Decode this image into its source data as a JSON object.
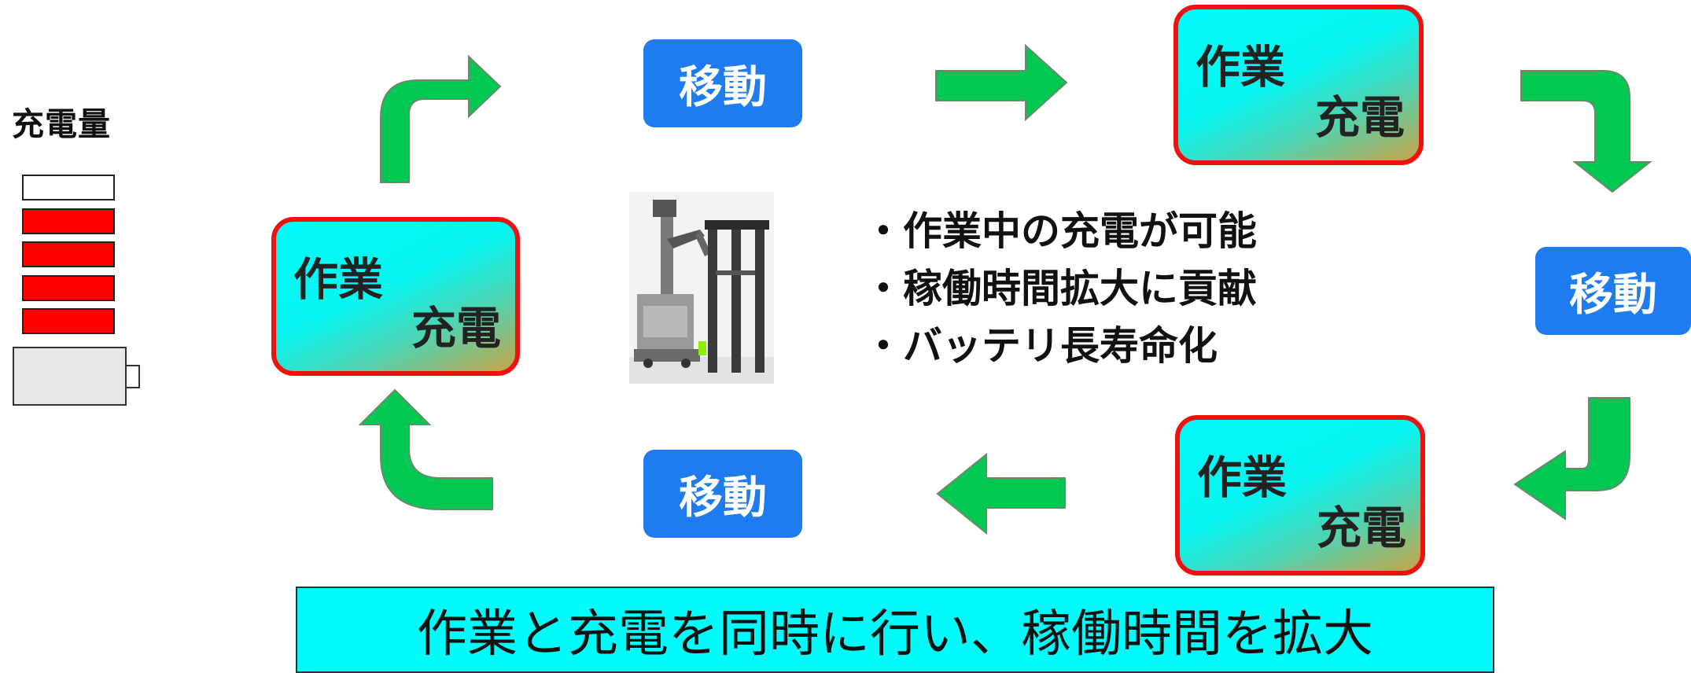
{
  "battery": {
    "label": "充電量",
    "cells": [
      "empty",
      "charged",
      "charged",
      "charged",
      "charged"
    ],
    "charged_color": "#ff0000",
    "empty_color": "#ffffff"
  },
  "move_label": "移動",
  "work_label": "作業",
  "charge_label": "充電",
  "bullets": [
    "・作業中の充電が可能",
    "・稼働時間拡大に貢献",
    "・バッテリ長寿命化"
  ],
  "banner": "作業と充電を同時に行い、稼働時間を拡大",
  "colors": {
    "move_box": "#1e7bf0",
    "arrow": "#00c853",
    "box_border": "#ee1111",
    "banner_bg": "#00fbfb"
  },
  "robot_image": "robot-with-charging-station-image"
}
